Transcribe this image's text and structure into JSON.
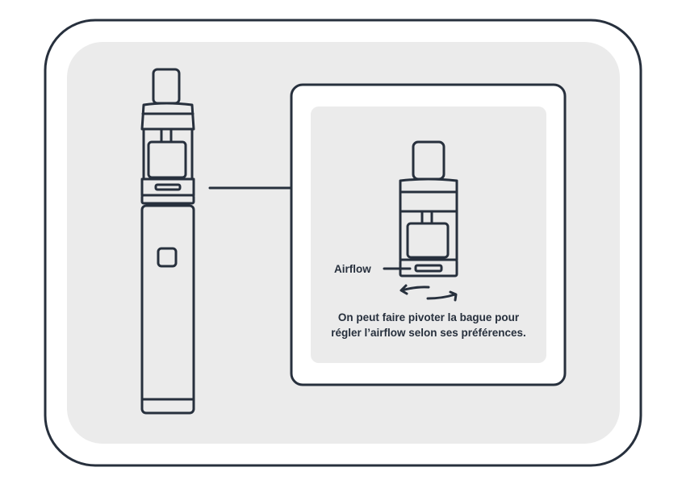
{
  "callout": {
    "label": "Airflow",
    "caption_line1": "On peut faire pivoter la bague pour",
    "caption_line2": "régler l’airflow selon ses préférences."
  },
  "colors": {
    "stroke": "#27303d",
    "panel": "#ebebeb",
    "background": "#ffffff"
  }
}
